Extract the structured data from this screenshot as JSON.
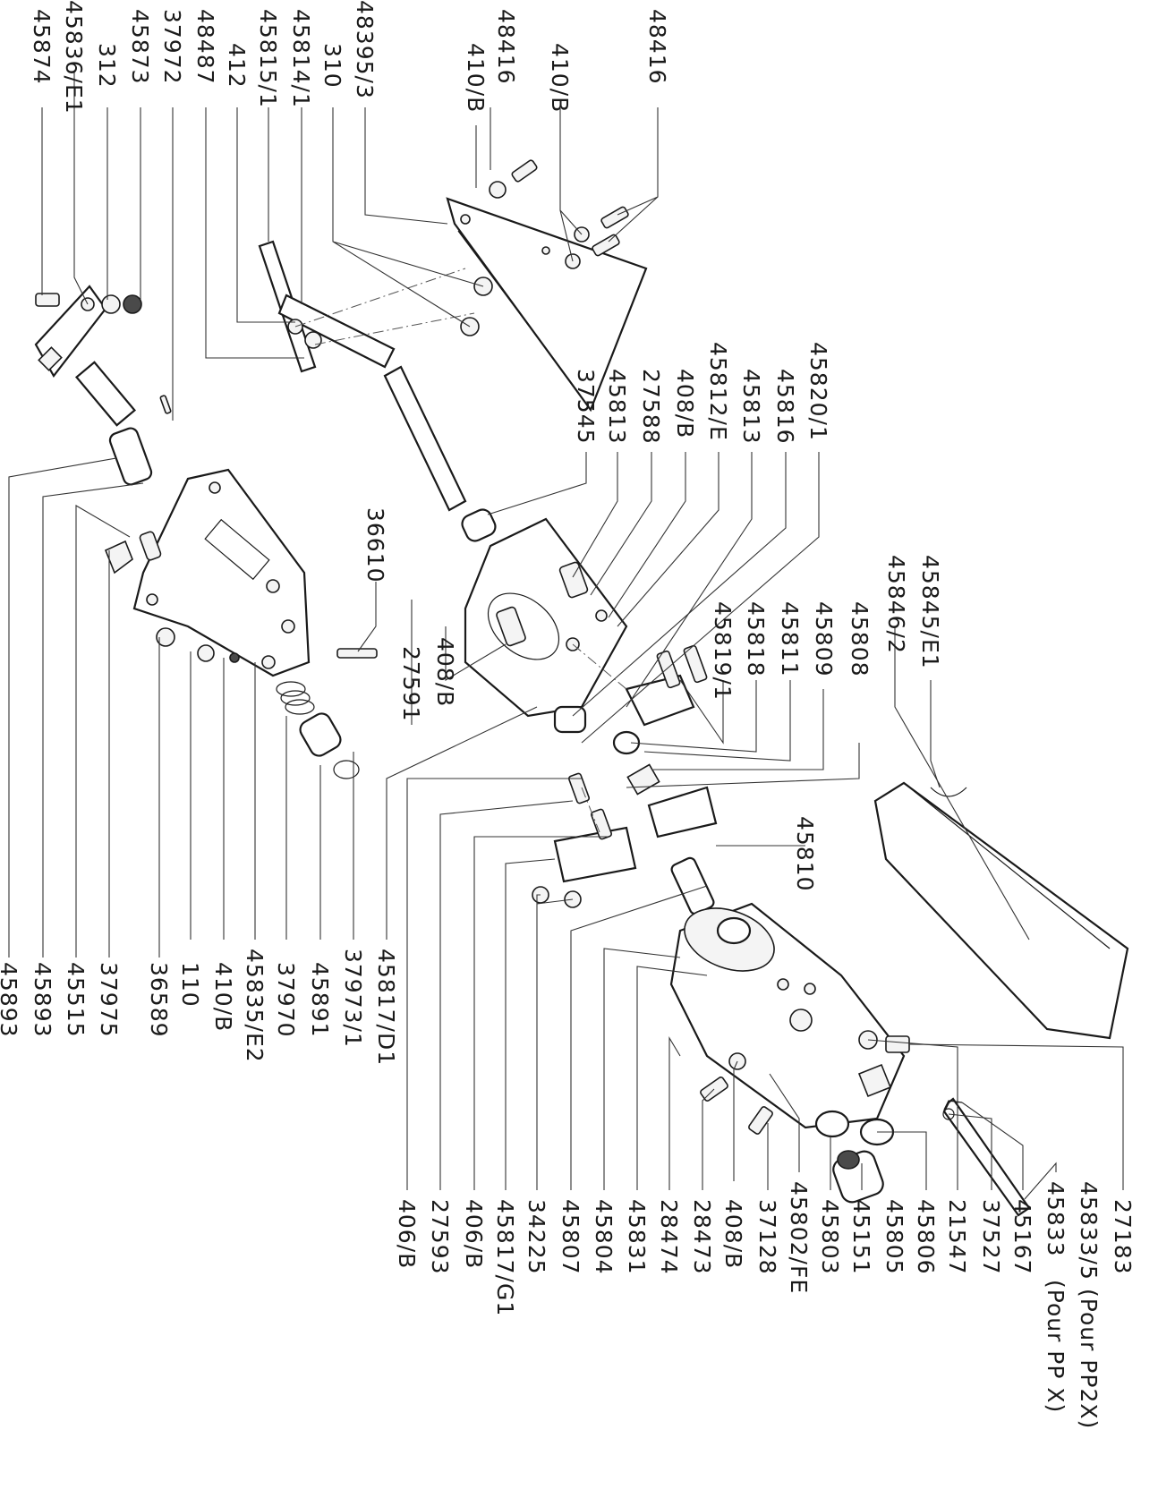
{
  "diagram": {
    "labels": {
      "l45874": "45874",
      "l45836E1": "45836/E1",
      "l312": "312",
      "l45873": "45873",
      "l37972": "37972",
      "l48487": "48487",
      "l412": "412",
      "l45815_1": "45815/1",
      "l45814_1": "45814/1",
      "l310": "310",
      "l48395_3": "48395/3",
      "l48416a": "48416",
      "l410Ba": "410/B",
      "l410Bb": "410/B",
      "l48416b": "48416",
      "l37545": "37545",
      "l45813a": "45813",
      "l27588": "27588",
      "l408Ba": "408/B",
      "l45812E": "45812/E",
      "l45813b": "45813",
      "l45816": "45816",
      "l45820_1": "45820/1",
      "l36610": "36610",
      "l408Bb": "408/B",
      "l27591": "27591",
      "l45845E1": "45845/E1",
      "l45846_2": "45846/2",
      "l45808": "45808",
      "l45809": "45809",
      "l45811": "45811",
      "l45818": "45818",
      "l45819_1": "45819/1",
      "l45810": "45810",
      "l45893a": "45893",
      "l45893b": "45893",
      "l45515": "45515",
      "l37975": "37975",
      "l36589": "36589",
      "l110": "110",
      "l410Bc": "410/B",
      "l45835E2": "45835/E2",
      "l37970": "37970",
      "l45891": "45891",
      "l37973_1": "37973/1",
      "l45817D1": "45817/D1",
      "l406Ba": "406/B",
      "l27593": "27593",
      "l406Bb": "406/B",
      "l45817G1": "45817/G1",
      "l34225": "34225",
      "l45807": "45807",
      "l45804": "45804",
      "l45831": "45831",
      "l28474": "28474",
      "l28473": "28473",
      "l408Bc": "408/B",
      "l37128": "37128",
      "l45802FE": "45802/FE",
      "l45803": "45803",
      "l45151": "45151",
      "l45805": "45805",
      "l45806": "45806",
      "l21547": "21547",
      "l37527": "37527",
      "l45167": "45167",
      "l45833": "45833",
      "l45833_5": "45833/5",
      "lPourPPX": "(Pour PP X)",
      "lPourPP2X": "(Pour PP2X)",
      "l27183": "27183"
    }
  }
}
